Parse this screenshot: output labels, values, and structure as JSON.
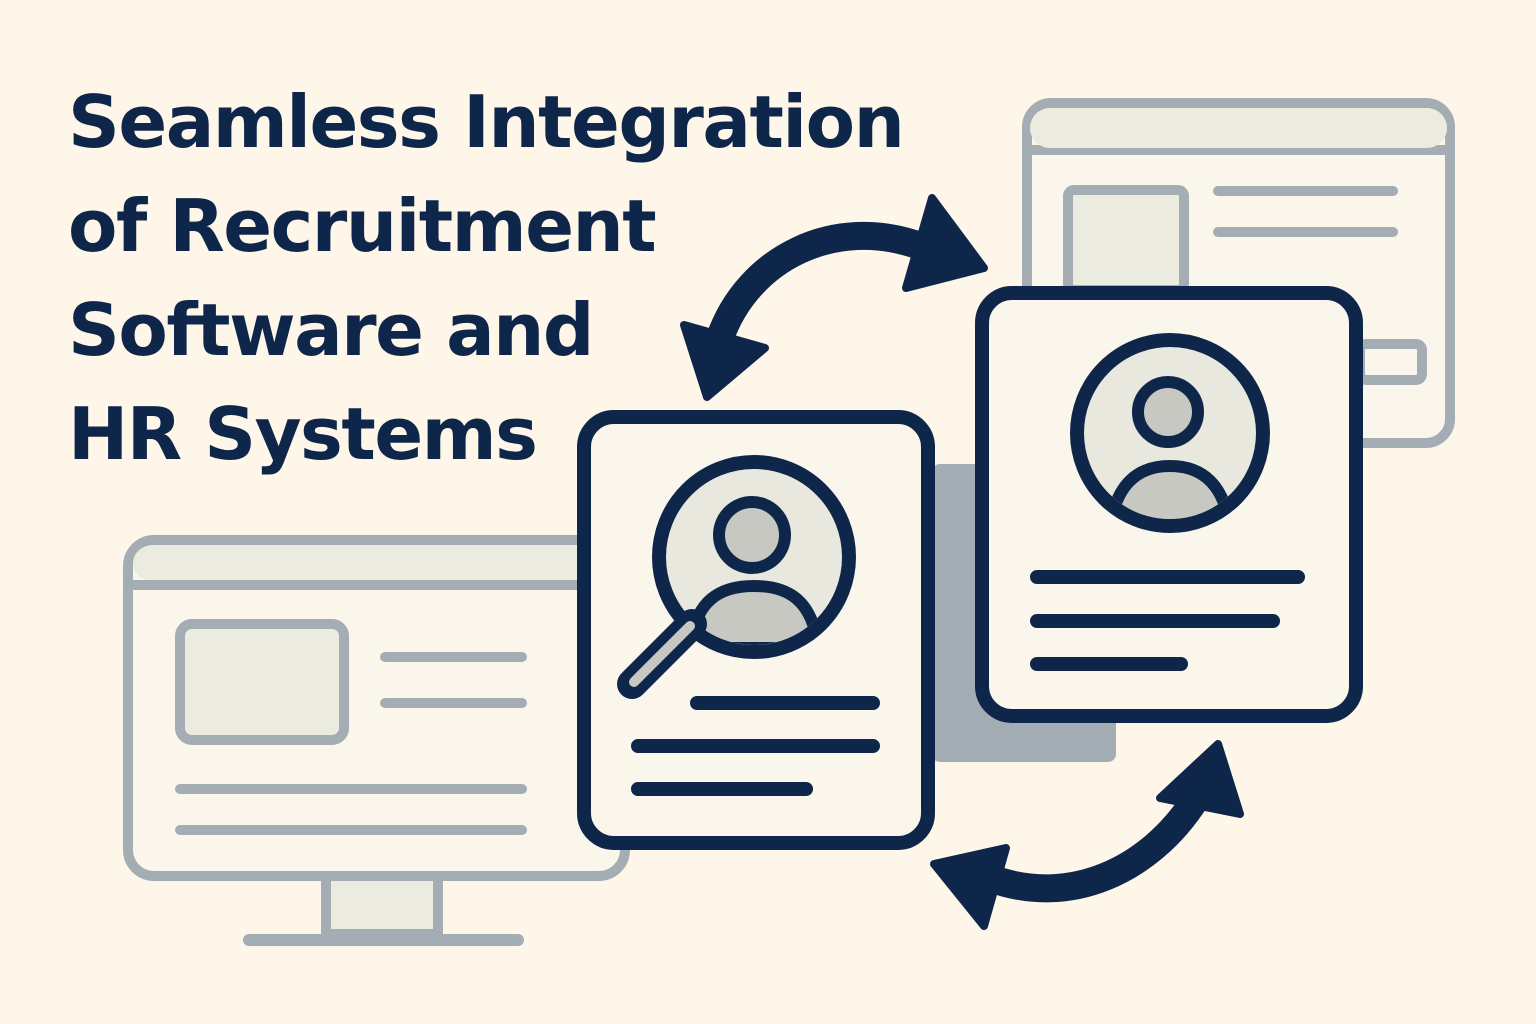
{
  "title_lines": [
    "Seamless Integration",
    "of Recruitment",
    "Software and",
    "HR Systems"
  ],
  "colors": {
    "background": "#fdf6e9",
    "navy": "#0e2649",
    "slate": "#a3adb3",
    "card_fill": "#fbf6ec",
    "panel_fill": "#ecebdf",
    "avatar_fill": "#e9e8df",
    "avatar_person": "#c7c8c2"
  },
  "icons": [
    "desktop-monitor-icon",
    "browser-window-icon",
    "candidate-search-profile-icon",
    "candidate-profile-card-icon",
    "sync-arrow-icon"
  ]
}
